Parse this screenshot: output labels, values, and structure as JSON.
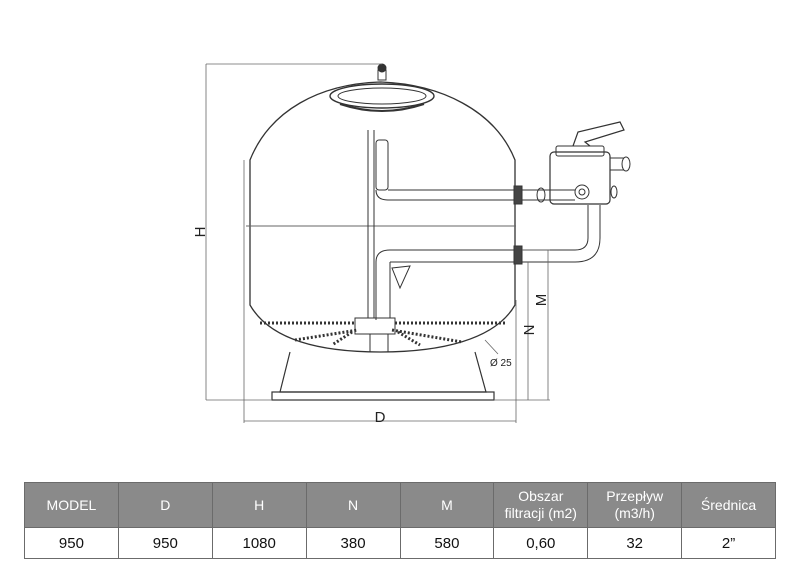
{
  "diagram": {
    "dimension_labels": {
      "height": "H",
      "diameter": "D",
      "inlet_height": "N",
      "outlet_height": "M",
      "lateral_diameter": "Ø 25"
    }
  },
  "table": {
    "headers": [
      "MODEL",
      "D",
      "H",
      "N",
      "M",
      "Obszar\nfiltracji (m2)",
      "Przepływ\n(m3/h)",
      "Średnica"
    ],
    "rows": [
      [
        "950",
        "950",
        "1080",
        "380",
        "580",
        "0,60",
        "32",
        "2”"
      ]
    ]
  }
}
